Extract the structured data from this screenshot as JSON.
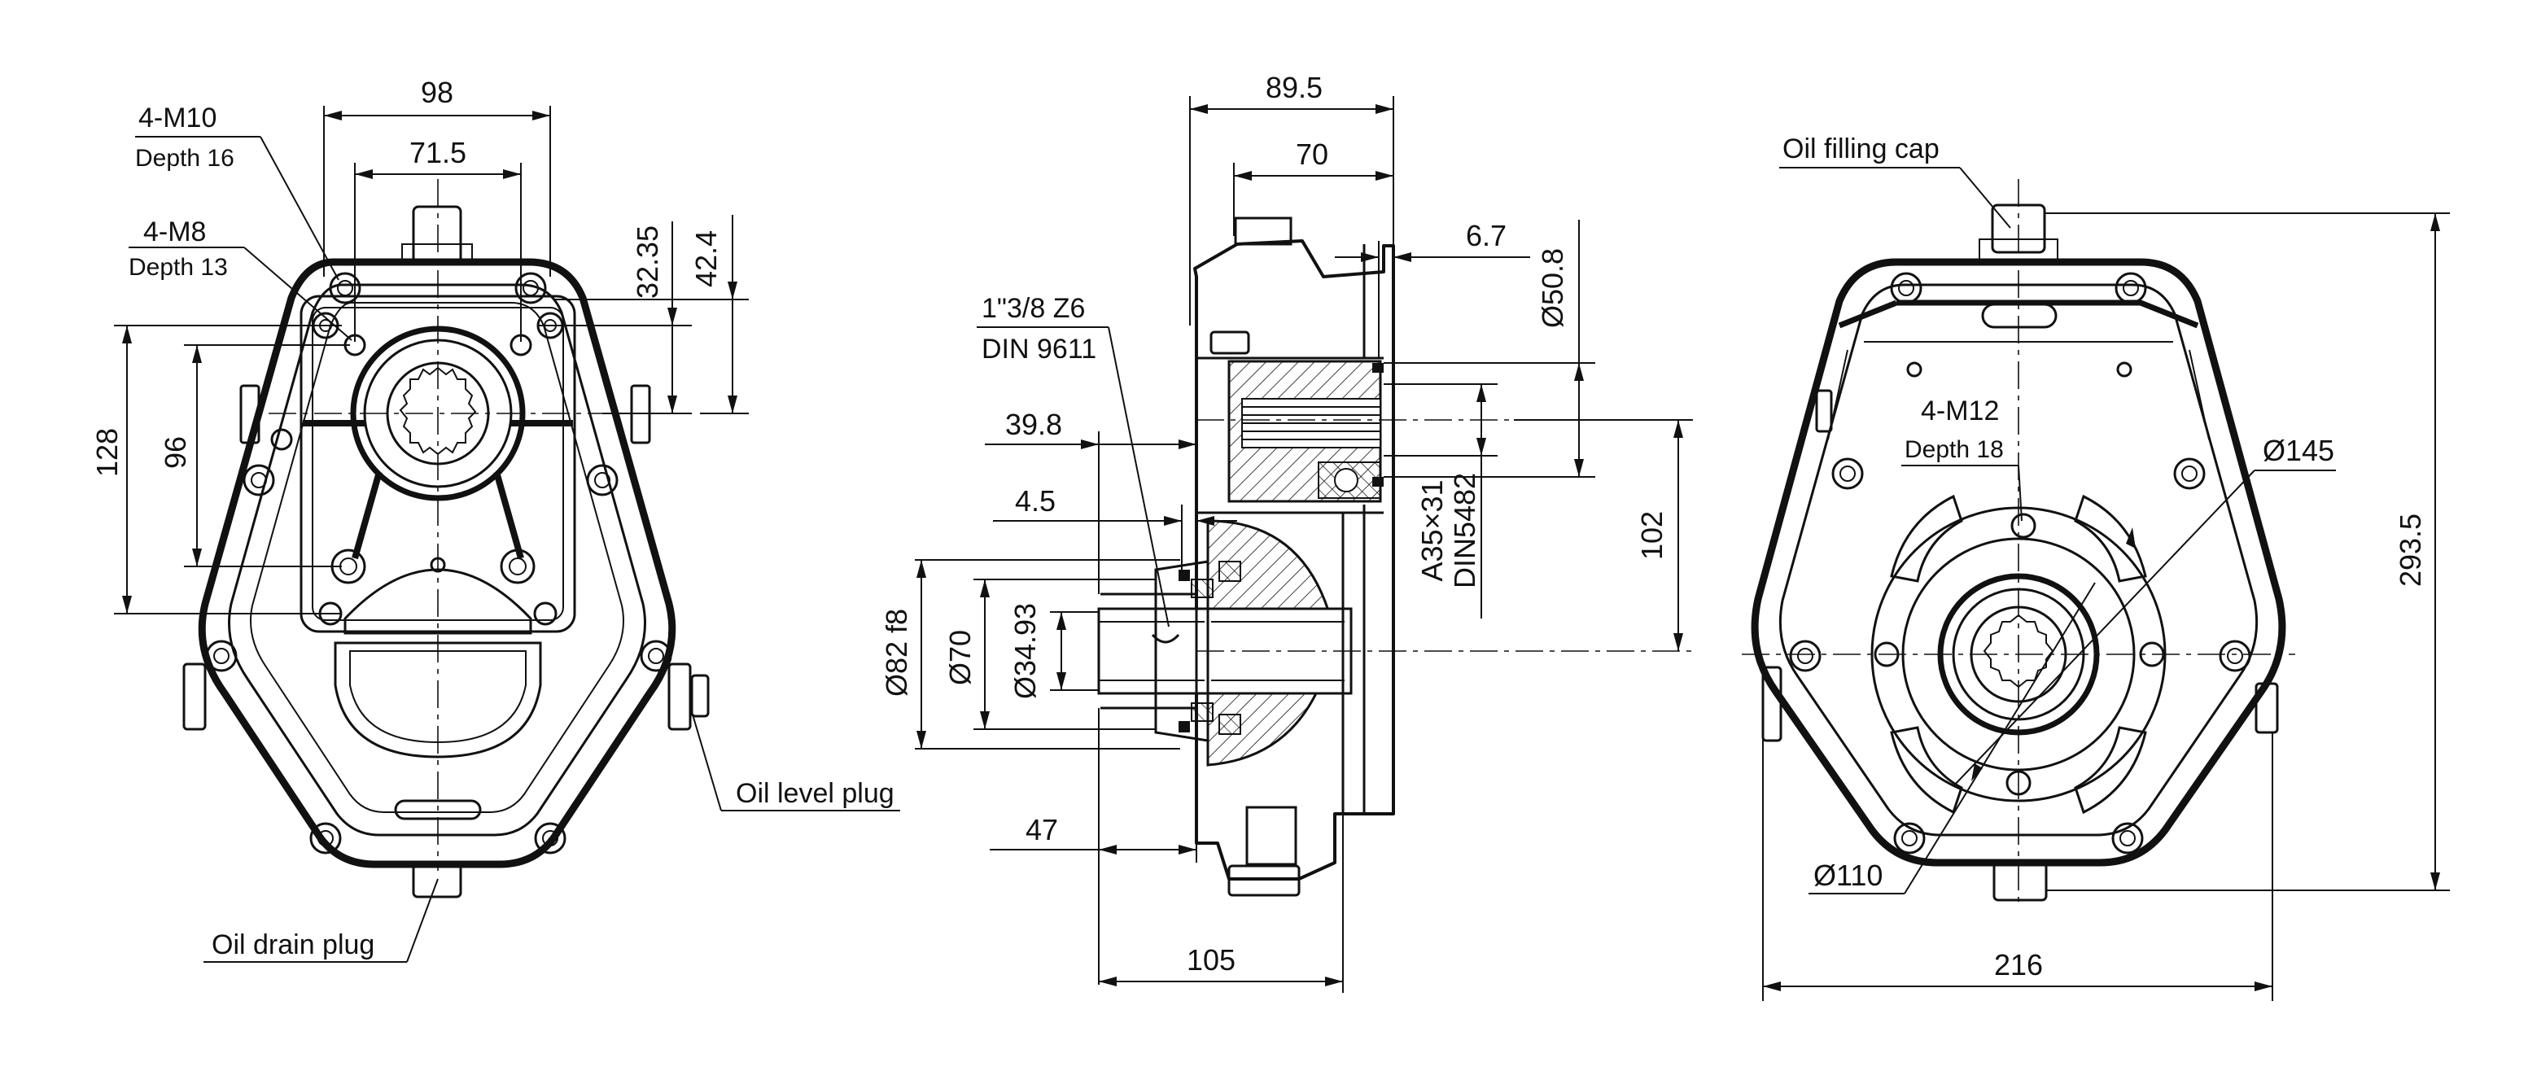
{
  "front_view": {
    "dims": {
      "width_98": "98",
      "width_71_5": "71.5",
      "height_32_35": "32.35",
      "height_42_4": "42.4",
      "height_128": "128",
      "height_96": "96"
    },
    "callouts": {
      "m10": "4-M10",
      "m10_depth": "Depth 16",
      "m8": "4-M8",
      "m8_depth": "Depth 13",
      "oil_level": "Oil level plug",
      "oil_drain": "Oil drain plug"
    }
  },
  "side_view": {
    "dims": {
      "top_89_5": "89.5",
      "top_70": "70",
      "d_6_7": "6.7",
      "dia_50_8": "Ø50.8",
      "d_39_8": "39.8",
      "d_4_5": "4.5",
      "dia_82": "Ø82  f8",
      "dia_70": "Ø70",
      "dia_34_93": "Ø34.93",
      "d_47": "47",
      "d_105": "105",
      "d_102": "102"
    },
    "callouts": {
      "spline_input": "1\"3/8 Z6",
      "spline_input_std": "DIN 9611",
      "spline_output": "A35×31",
      "spline_output_std": "DIN5482"
    }
  },
  "rear_view": {
    "dims": {
      "dia_145": "Ø145",
      "dia_110": "Ø110",
      "height_293_5": "293.5",
      "width_216": "216"
    },
    "callouts": {
      "oil_filling": "Oil filling cap",
      "m12": "4-M12",
      "m12_depth": "Depth 18"
    }
  }
}
